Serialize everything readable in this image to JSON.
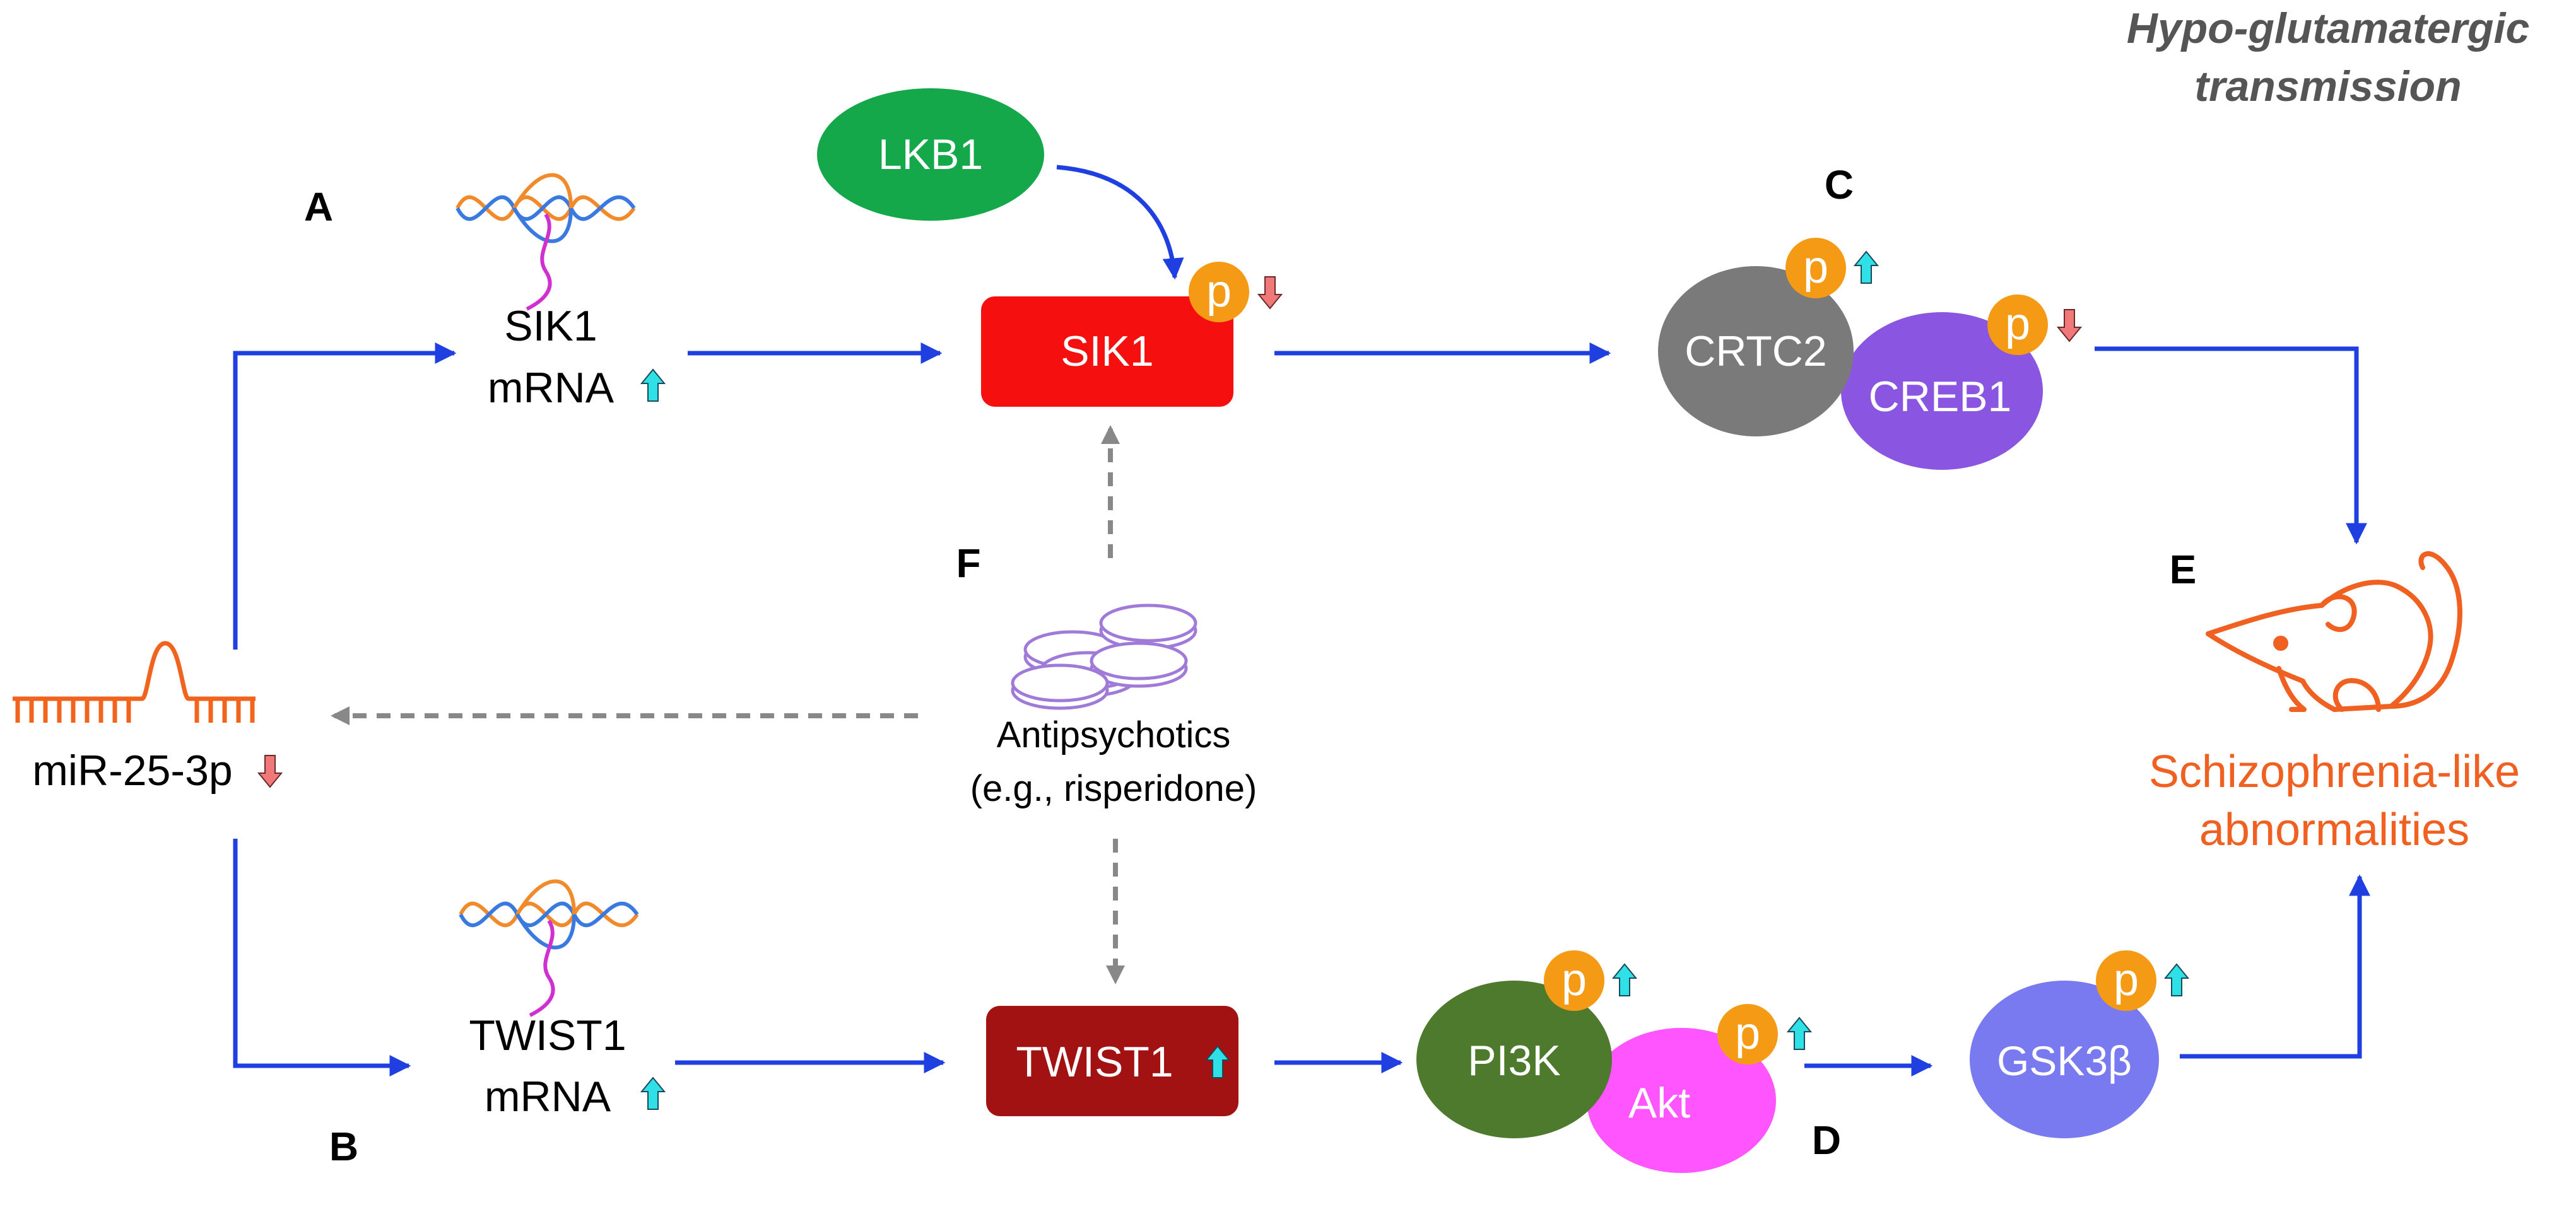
{
  "title": {
    "line1": "Hypo-glutamatergic",
    "line2": "transmission"
  },
  "labels": {
    "A": "A",
    "B": "B",
    "C": "C",
    "D": "D",
    "E": "E",
    "F": "F"
  },
  "mirna": {
    "name": "miR-25-3p",
    "change": "down"
  },
  "sik1_mrna": {
    "line1": "SIK1",
    "line2": "mRNA",
    "change": "up"
  },
  "twist1_mrna": {
    "line1": "TWIST1",
    "line2": "mRNA",
    "change": "up"
  },
  "lkb1": {
    "label": "LKB1"
  },
  "sik1": {
    "label": "SIK1",
    "phospho": "p",
    "phospho_change": "down"
  },
  "crtc2": {
    "label": "CRTC2",
    "phospho": "p",
    "phospho_change": "up"
  },
  "creb1": {
    "label": "CREB1",
    "phospho": "p",
    "phospho_change": "down"
  },
  "twist1": {
    "label": "TWIST1",
    "change": "up"
  },
  "pi3k": {
    "label": "PI3K",
    "phospho": "p",
    "phospho_change": "up"
  },
  "akt": {
    "label": "Akt",
    "phospho": "p",
    "phospho_change": "up"
  },
  "gsk3b": {
    "label": "GSK3β",
    "phospho": "p",
    "phospho_change": "up"
  },
  "drug": {
    "line1": "Antipsychotics",
    "line2": "(e.g., risperidone)"
  },
  "outcome": {
    "line1": "Schizophrenia-like",
    "line2": "abnormalities"
  },
  "colors": {
    "flow_arrow": "#1f3fe0",
    "dashed_arrow": "#888888",
    "lkb1": "#15a84a",
    "sik1": "#f50f0f",
    "crtc2": "#7a7a7a",
    "creb1": "#8a55e0",
    "twist1": "#a31212",
    "pi3k": "#4d7a2c",
    "akt": "#ff55ff",
    "gsk3b": "#7a7af0",
    "phospho": "#f59a14",
    "up_arrow": "#2fe0e6",
    "down_arrow": "#f07878",
    "outcome": "#f06020",
    "pills": "#a07ad8",
    "dna_orange": "#f08a2a",
    "dna_blue": "#3a7ae0",
    "rna_magenta": "#d030d0",
    "title_text": "#555555"
  }
}
